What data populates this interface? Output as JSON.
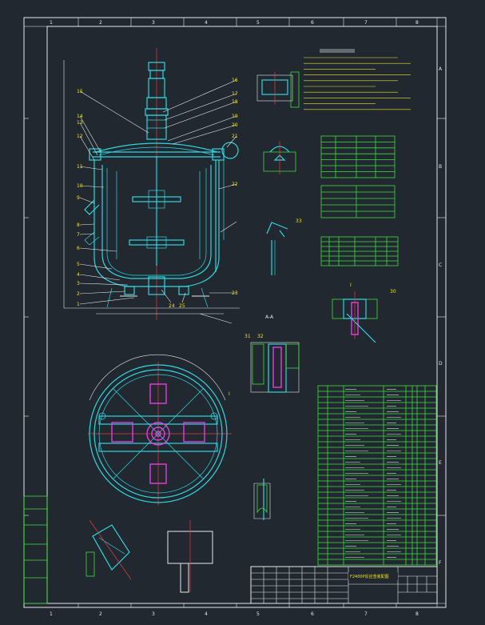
{
  "frame": {
    "columns": [
      "1",
      "2",
      "3",
      "4",
      "5",
      "6",
      "7",
      "8"
    ],
    "rows": [
      "A",
      "B",
      "C",
      "D",
      "E",
      "F"
    ]
  },
  "callouts": {
    "left": [
      "15",
      "14",
      "13",
      "12",
      "11",
      "10",
      "9",
      "8",
      "7",
      "6",
      "5",
      "4",
      "3",
      "2",
      "1"
    ],
    "right": [
      "16",
      "17",
      "18",
      "19",
      "20",
      "21",
      "22",
      "23"
    ],
    "bottom": [
      "24",
      "25"
    ],
    "detail": [
      "33",
      "30",
      "31",
      "32"
    ]
  },
  "sections": {
    "section_aa": "A-A",
    "detail_mark": "I"
  },
  "title_block": {
    "drawing_name": "F2400P反应釜装配图",
    "left_stamp_rows": [
      "",
      "",
      "",
      "",
      ""
    ]
  },
  "colors": {
    "background": "#212830",
    "frame": "#e8e8e8",
    "vessel": "#2fd6e0",
    "impeller": "#e040e0",
    "label": "#f0e020",
    "table": "#3fdc3f",
    "centerline": "#e04040"
  }
}
